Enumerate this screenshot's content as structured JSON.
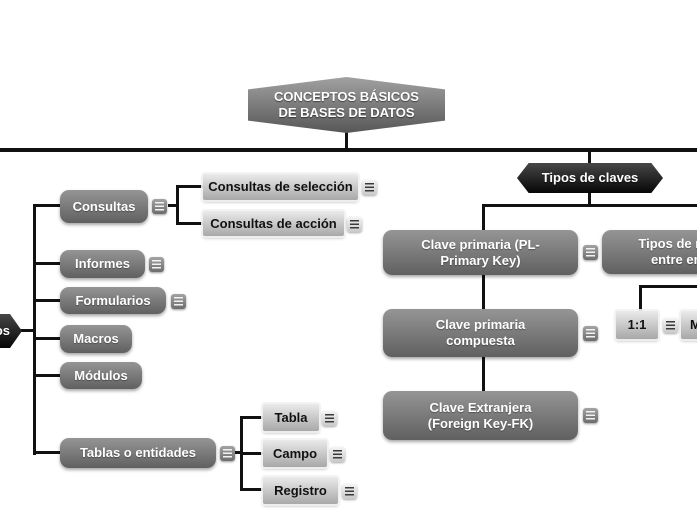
{
  "palette": {
    "canvas": "#ffffff",
    "line": "#111111",
    "node_dark_top": "#959595",
    "node_dark_bottom": "#606060",
    "node_light_top": "#eaeaea",
    "node_light_bottom": "#a8a8a8",
    "hex_black": "#060606",
    "hex_gray": "#575757",
    "text_on_dark": "#ffffff",
    "text_on_light": "#111111"
  },
  "nodes": {
    "root": "CONCEPTOS BÁSICOS\nDE BASES DE DATOS",
    "objetos": "Objetos",
    "consultas": "Consultas",
    "consultas_seleccion": "Consultas de selección",
    "consultas_accion": "Consultas de acción",
    "informes": "Informes",
    "formularios": "Formularios",
    "macros": "Macros",
    "modulos": "Módulos",
    "tablas": "Tablas o entidades",
    "tabla": "Tabla",
    "campo": "Campo",
    "registro": "Registro",
    "tipos_claves": "Tipos de claves",
    "clave_primaria": "Clave primaria (PL-\nPrimary Key)",
    "clave_compuesta": "Clave primaria\ncompuesta",
    "clave_extranjera": "Clave Extranjera\n(Foreign Key-FK)",
    "tipos_relaciones": "Tipos de relaciones\nentre entidades",
    "rel_1_1": "1:1",
    "rel_m_m": "M:M"
  },
  "icons": {
    "notes": "notes-list"
  }
}
